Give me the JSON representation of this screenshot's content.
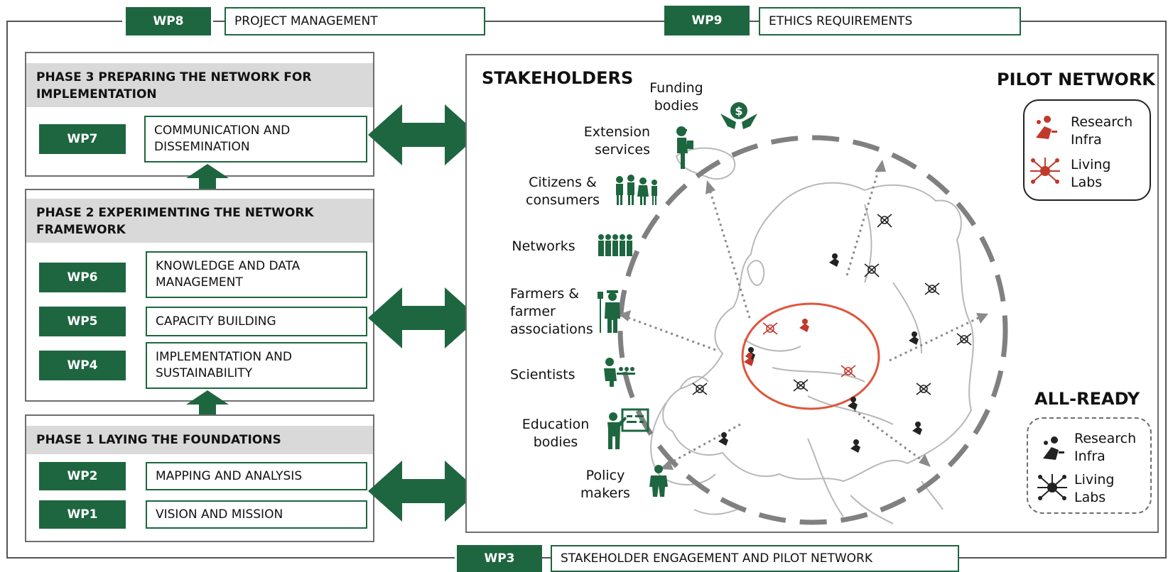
{
  "colors": {
    "primary_green": "#1e6640",
    "phase_gray": "#d9d9d9",
    "frame_gray": "#6e6e6e",
    "accent_red": "#e0553b",
    "icon_red": "#c0392b"
  },
  "top": {
    "wp8": {
      "tag": "WP8",
      "label": "PROJECT MANAGEMENT"
    },
    "wp9": {
      "tag": "WP9",
      "label": "ETHICS REQUIREMENTS"
    }
  },
  "bottom": {
    "wp3": {
      "tag": "WP3",
      "label": "STAKEHOLDER ENGAGEMENT AND PILOT NETWORK"
    }
  },
  "phases": {
    "phase3": {
      "title": "PHASE 3 PREPARING THE NETWORK FOR IMPLEMENTATION",
      "wps": [
        {
          "tag": "WP7",
          "label": "COMMUNICATION AND DISSEMINATION"
        }
      ]
    },
    "phase2": {
      "title": "PHASE 2 EXPERIMENTING THE NETWORK FRAMEWORK",
      "wps": [
        {
          "tag": "WP6",
          "label": "KNOWLEDGE AND DATA MANAGEMENT"
        },
        {
          "tag": "WP5",
          "label": "CAPACITY BUILDING"
        },
        {
          "tag": "WP4",
          "label": "IMPLEMENTATION AND SUSTAINABILITY"
        }
      ]
    },
    "phase1": {
      "title": "PHASE 1 LAYING THE FOUNDATIONS",
      "wps": [
        {
          "tag": "WP2",
          "label": "MAPPING AND ANALYSIS"
        },
        {
          "tag": "WP1",
          "label": "VISION AND MISSION"
        }
      ]
    }
  },
  "stakeholders": {
    "title": "STAKEHOLDERS",
    "items": [
      {
        "label": "Funding bodies",
        "icon": "funding-icon"
      },
      {
        "label": "Extension services",
        "icon": "extension-icon"
      },
      {
        "label": "Citizens & consumers",
        "icon": "citizens-icon"
      },
      {
        "label": "Networks",
        "icon": "networks-icon"
      },
      {
        "label": "Farmers & farmer associations",
        "icon": "farmer-icon"
      },
      {
        "label": "Scientists",
        "icon": "scientist-icon"
      },
      {
        "label": "Education bodies",
        "icon": "education-icon"
      },
      {
        "label": "Policy makers",
        "icon": "policy-icon"
      }
    ]
  },
  "pilot_network": {
    "title": "PILOT NETWORK",
    "legend": [
      {
        "label": "Research Infra",
        "icon": "research-infra-icon"
      },
      {
        "label": "Living Labs",
        "icon": "living-labs-icon"
      }
    ]
  },
  "all_ready": {
    "title": "ALL-READY",
    "legend": [
      {
        "label": "Research Infra",
        "icon": "research-infra-icon"
      },
      {
        "label": "Living Labs",
        "icon": "living-labs-icon"
      }
    ]
  }
}
